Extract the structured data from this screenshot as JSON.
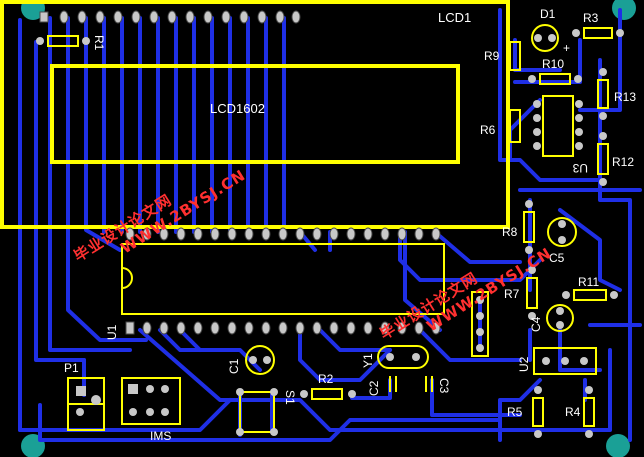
{
  "labels": {
    "lcd_ref": "LCD1",
    "lcd_part": "LCD1602",
    "r1": "R1",
    "r2": "R2",
    "r3": "R3",
    "r4": "R4",
    "r5": "R5",
    "r6": "R6",
    "r7": "R7",
    "r8": "R8",
    "r9": "R9",
    "r10": "R10",
    "r11": "R11",
    "r12": "R12",
    "r13": "R13",
    "d1": "D1",
    "plus": "+",
    "u1": "U1",
    "u2": "U2",
    "u3": "U3",
    "c1": "C1",
    "c2": "C2",
    "c3": "C3",
    "c4": "C4",
    "c5": "C5",
    "y1": "Y1",
    "p1": "P1",
    "s1": "S1",
    "ims": "IMS"
  },
  "watermark": {
    "cn": "毕业设计论文网",
    "url": "WWW.2BYSJ.CN"
  },
  "colors": {
    "board": "#000000",
    "trace": "#1f2fe6",
    "pad": "#c8c8c8",
    "silk": "#ffff00",
    "label": "#ffffff",
    "mount": "#1aa096",
    "watermark": "#ff2a2a"
  }
}
